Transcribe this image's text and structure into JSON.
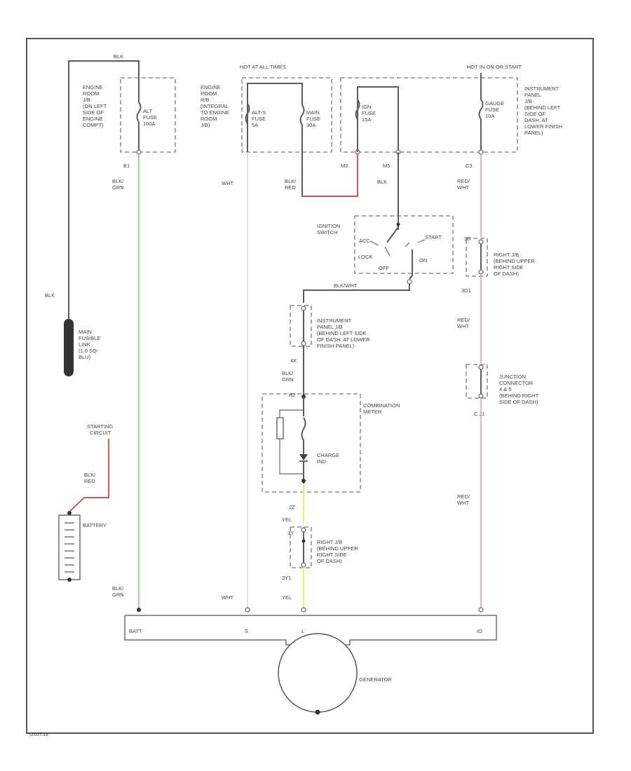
{
  "labels": {
    "batt_wire": "BLK",
    "hot_at_all_times": "HOT AT ALL TIMES",
    "hot_in_on_start": "HOT IN ON OR START",
    "engine_room_jb_left": [
      "ENGINE",
      "ROOM",
      "J/B",
      "(ON LEFT",
      "SIDE OF",
      "ENGINE",
      "COMPT)"
    ],
    "engine_room_rb": [
      "ENGINE",
      "ROOM",
      "R/B",
      "(INTEGRAL",
      "TO ENGINE",
      "ROOM",
      "J/B)"
    ],
    "alt_fuse": [
      "ALT",
      "FUSE",
      "100A"
    ],
    "alts_fuse": [
      "ALT-S",
      "FUSE",
      "5A"
    ],
    "main_fuse": [
      "MAIN",
      "FUSE",
      "30A"
    ],
    "ign_fuse": [
      "IGN",
      "FUSE",
      "15A"
    ],
    "gauge_fuse": [
      "GAUGE",
      "FUSE",
      "10A"
    ],
    "instrument_panel_jb_top": [
      "INSTRUMENT",
      "PANEL",
      "J/B",
      "(BEHIND LEFT",
      "SIDE OF",
      "DASH, AT",
      "LOWER FINISH",
      "PANEL)"
    ],
    "conn_b1": "B1",
    "conn_m3": "M3",
    "conn_m5": "M5",
    "conn_c3": "C3",
    "blk_grn_top": [
      "BLK/",
      "GRN"
    ],
    "wht_top": "WHT",
    "blk_red_top": [
      "BLK/",
      "RED"
    ],
    "blk_m5": "BLK",
    "red_wht_c3": [
      "RED/",
      "WHT"
    ],
    "ignition_switch": [
      "IGNITION",
      "SWITCH"
    ],
    "ign_lock": "LOCK",
    "ign_acc": "ACC",
    "ign_on": "ON",
    "ign_start": "START",
    "ign_off": "OFF",
    "blk_wht_ign": "BLK/WHT",
    "right_jb_top": [
      "RIGHT J/B",
      "(BEHIND UPPER",
      "RIGHT SIDE",
      "OF DASH)"
    ],
    "right_jb_top_conn": "3D",
    "right_jb_top_pin": "3D1",
    "red_wht_mid": [
      "RED/",
      "WHT"
    ],
    "instrument_panel_jb_mid": [
      "INSTRUMENT",
      "PANEL J/B",
      "(BEHIND LEFT SIDE",
      "OF DASH, AT LOWER",
      "FINISH PANEL)"
    ],
    "conn_4x": "4X",
    "blk_grn_mid": [
      "BLK/",
      "GRN"
    ],
    "junction_connector": [
      "JUNCTION",
      "CONNECTOR",
      "4 & 5",
      "(BEHIND RIGHT",
      "SIDE OF DASH)"
    ],
    "jc_pins": "C  J1",
    "combination_meter": [
      "COMBINATION",
      "METER"
    ],
    "cm_pin": "B2",
    "charge_ind": [
      "CHARGE",
      "IND"
    ],
    "main_fusible_link": [
      "MAIN",
      "FUSIBLE",
      "LINK",
      "(1.0 SQ-",
      "BLU)"
    ],
    "blk_left": "BLK",
    "starting_circuit": [
      "STARTING",
      "CIRCUIT"
    ],
    "blk_red_batt": [
      "BLK/",
      "RED"
    ],
    "battery": "BATTERY",
    "red_wht_low": [
      "RED/",
      "WHT"
    ],
    "right_jb_low": [
      "RIGHT J/B",
      "(BEHIND UPPER",
      "RIGHT SIDE",
      "OF DASH)"
    ],
    "conn_2z": "2Z",
    "yel_mid": "YEL",
    "conn_3y": "3Y",
    "conn_3y1": "3Y1",
    "blk_grn_bottom": [
      "BLK/",
      "GRN"
    ],
    "wht_bottom": "WHT",
    "yel_bottom": "YEL",
    "gen_batt": "BATT",
    "gen_s": "S",
    "gen_l": "L",
    "gen_ig": "IG",
    "generator": "GENERATOR",
    "figure_id": "G65733"
  },
  "colors": {
    "wire_default": "#5a5a5a",
    "wire_green": "#8cc37f",
    "wire_red": "#e79c9c",
    "wire_red_dark": "#c85a5a",
    "wire_yellow": "#ecec7a",
    "wire_white": "#d8d8d8",
    "fusible_link": "#333333"
  }
}
